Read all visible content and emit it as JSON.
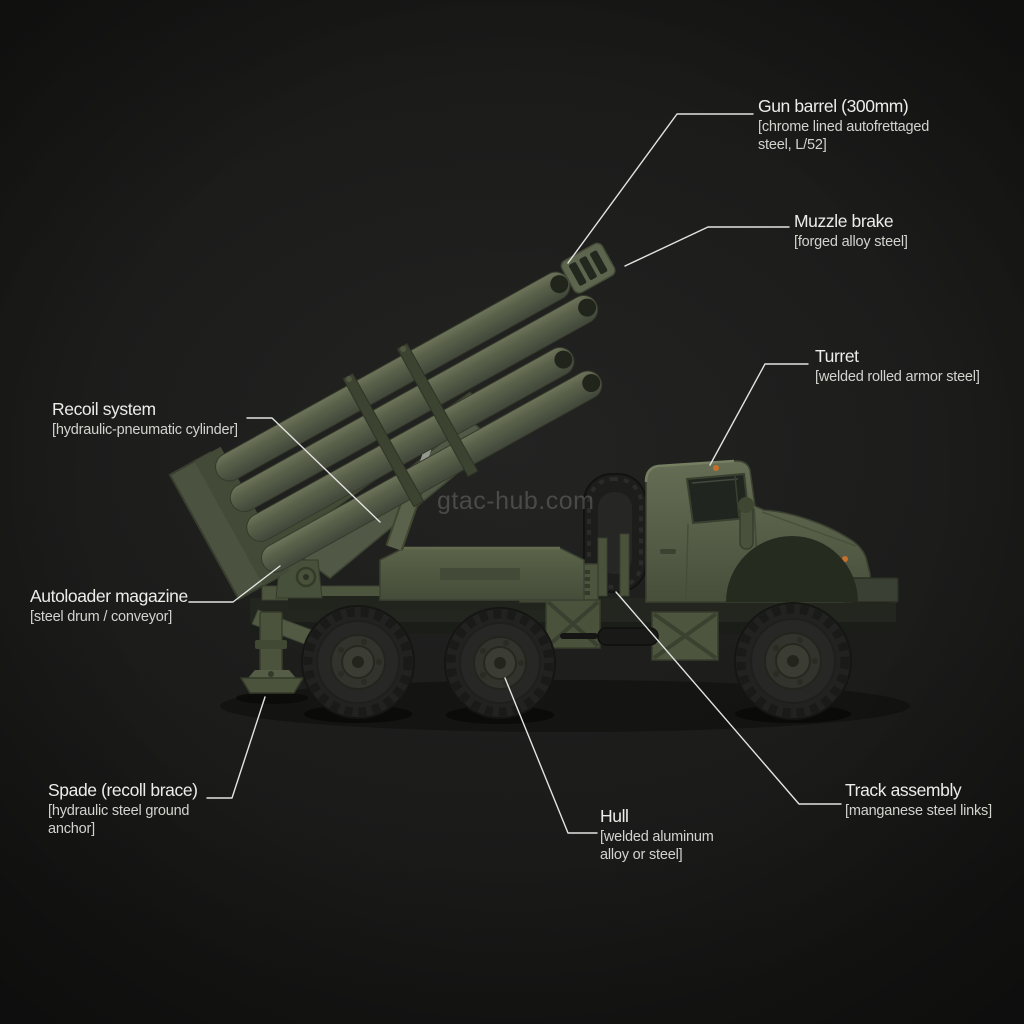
{
  "meta": {
    "description": "Annotated side-view technical render of a truck-mounted multiple rocket launcher",
    "watermark": "gtac-hub.com"
  },
  "colors": {
    "background": "#1d1d1c",
    "vehicle_olive": "#565e47",
    "vehicle_olive_dark": "#3f4634",
    "tire_black": "#232321",
    "label_text": "#ecece9",
    "label_subtext": "#d3d3ce",
    "leader_line": "#e3e3e1",
    "marker_orange": "#c4702c",
    "watermark": "#6b6b69"
  },
  "annotations": [
    {
      "id": "gun-barrel",
      "title": "Gun barrel (300mm)",
      "subtitle": "[chrome lined autofrettaged steel, L/52]"
    },
    {
      "id": "muzzle-brake",
      "title": "Muzzle brake",
      "subtitle": "[forged alloy steel]"
    },
    {
      "id": "turret",
      "title": "Turret",
      "subtitle": "[welded rolled armor steel]"
    },
    {
      "id": "recoil-system",
      "title": "Recoil system",
      "subtitle": "[hydraulic-pneumatic cylinder]"
    },
    {
      "id": "autoloader-magazine",
      "title": "Autoloader magazine",
      "subtitle": "[steel drum / conveyor]"
    },
    {
      "id": "spade",
      "title": "Spade (recoll brace)",
      "subtitle": "[hydraulic steel ground anchor]"
    },
    {
      "id": "hull",
      "title": "Hull",
      "subtitle": "[welded aluminum alloy or steel]"
    },
    {
      "id": "track-assembly",
      "title": "Track assembly",
      "subtitle": "[manganese steel links]"
    }
  ]
}
